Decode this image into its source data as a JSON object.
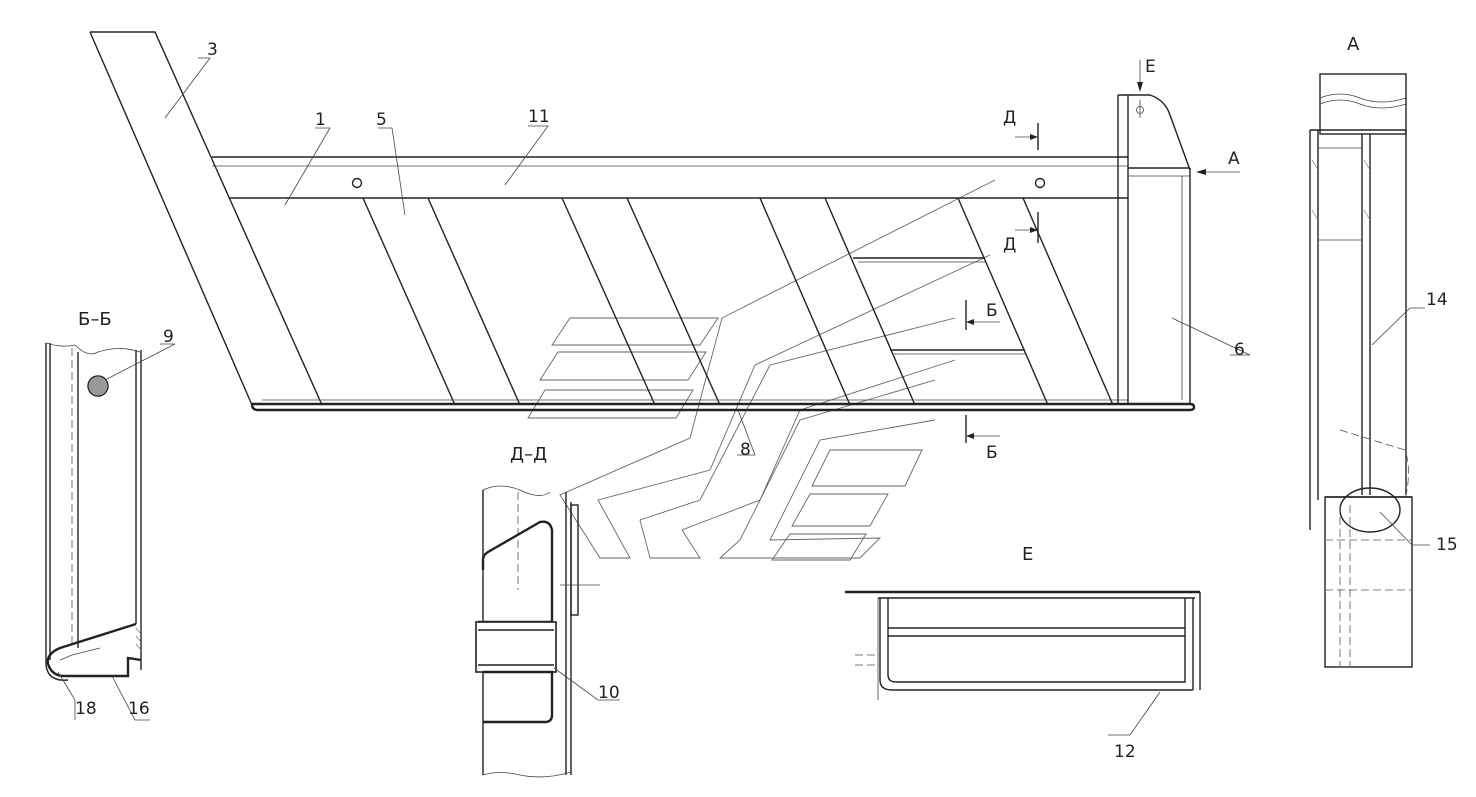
{
  "labels": {
    "p1": "1",
    "p3": "3",
    "p5": "5",
    "p6": "6",
    "p8": "8",
    "p9": "9",
    "p10": "10",
    "p11": "11",
    "p12": "12",
    "p14": "14",
    "p15": "15",
    "p16": "16",
    "p18": "18"
  },
  "views": {
    "bb": "Б–Б",
    "dd": "Д–Д",
    "e": "Е",
    "a": "А"
  },
  "markers": {
    "e": "Е",
    "a": "А",
    "d_top": "Д",
    "d_bottom": "Д",
    "b_top": "Б",
    "b_bottom": "Б"
  }
}
